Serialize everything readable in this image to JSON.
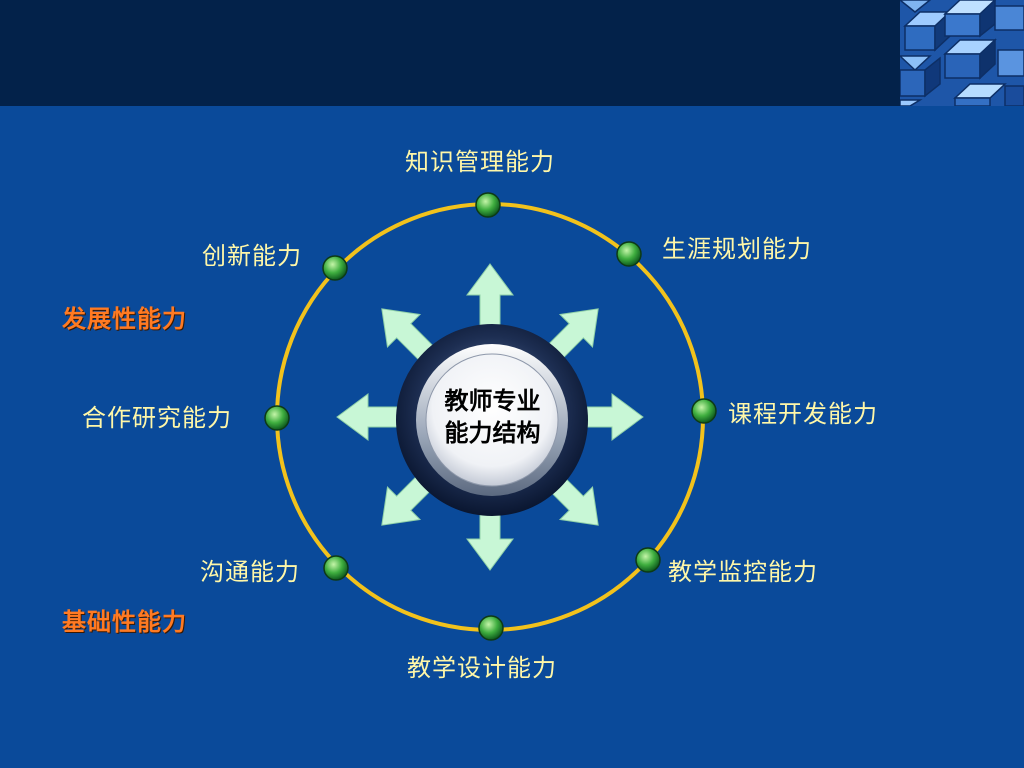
{
  "center": {
    "line1": "教师专业",
    "line2": "能力结构"
  },
  "nodes": [
    {
      "id": "knowledge",
      "label": "知识管理能力"
    },
    {
      "id": "career",
      "label": "生涯规划能力"
    },
    {
      "id": "curriculum",
      "label": "课程开发能力"
    },
    {
      "id": "monitoring",
      "label": "教学监控能力"
    },
    {
      "id": "design",
      "label": "教学设计能力"
    },
    {
      "id": "communication",
      "label": "沟通能力"
    },
    {
      "id": "research",
      "label": "合作研究能力"
    },
    {
      "id": "innovation",
      "label": "创新能力"
    }
  ],
  "groups": [
    {
      "id": "developmental",
      "label": "发展性能力"
    },
    {
      "id": "foundational",
      "label": "基础性能力"
    }
  ],
  "colors": {
    "background": "#0a4a9a",
    "header": "#03224a",
    "ring": "#f2c21c",
    "node": "#3fae3f",
    "arrow": "#c8f7d6",
    "node_label": "#fff7a8",
    "group_label": "#ff7a22"
  }
}
